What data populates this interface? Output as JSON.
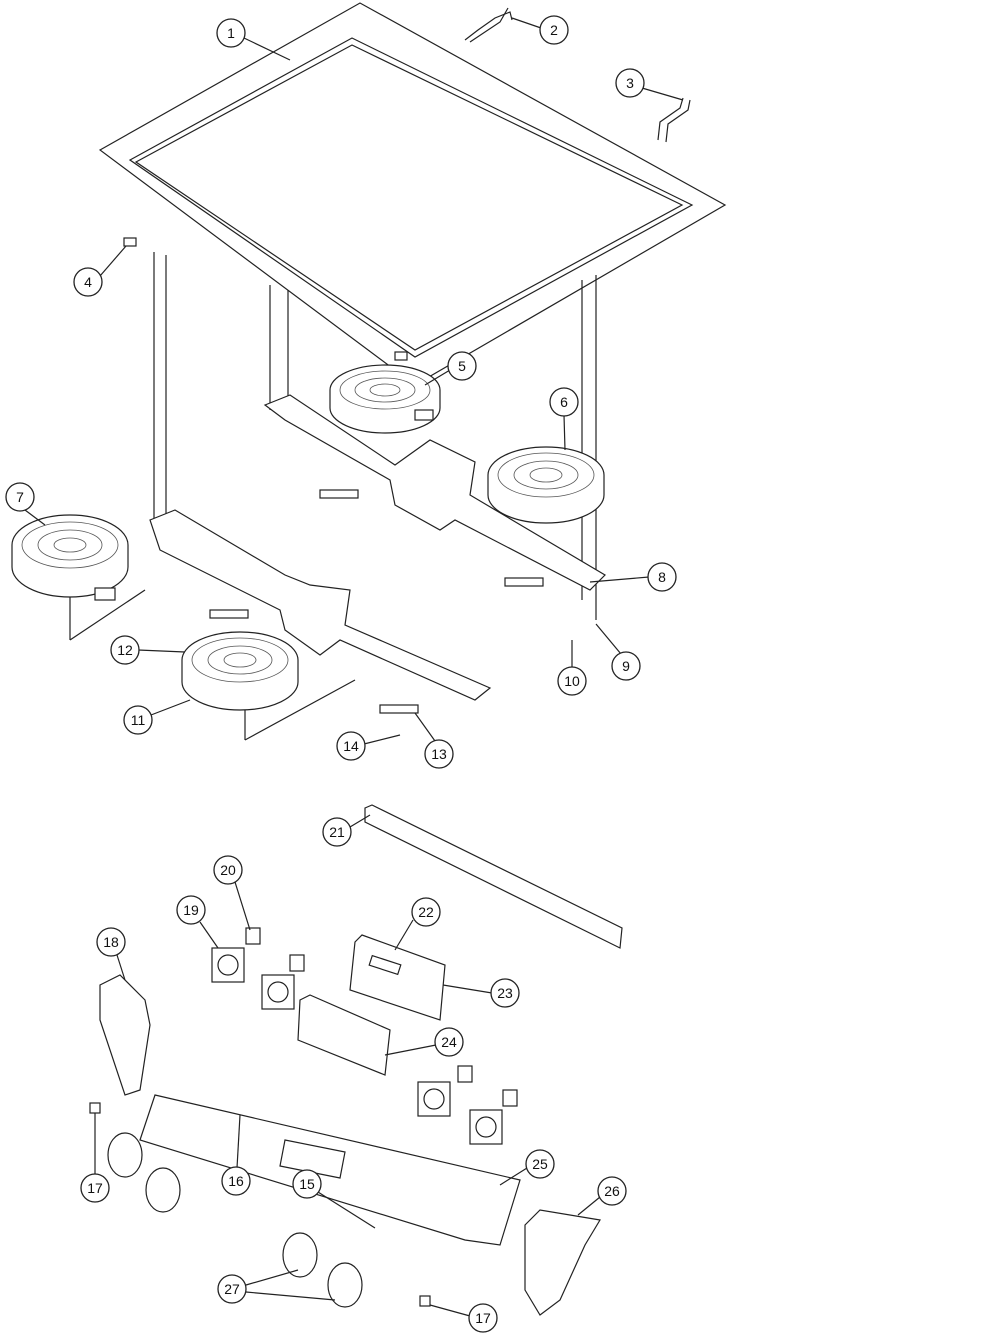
{
  "diagram": {
    "type": "exploded-parts-diagram",
    "callouts": [
      {
        "label": "1"
      },
      {
        "label": "2"
      },
      {
        "label": "3"
      },
      {
        "label": "4"
      },
      {
        "label": "5"
      },
      {
        "label": "6"
      },
      {
        "label": "7"
      },
      {
        "label": "8"
      },
      {
        "label": "9"
      },
      {
        "label": "10"
      },
      {
        "label": "11"
      },
      {
        "label": "12"
      },
      {
        "label": "13"
      },
      {
        "label": "14"
      },
      {
        "label": "21"
      },
      {
        "label": "20"
      },
      {
        "label": "22"
      },
      {
        "label": "19"
      },
      {
        "label": "18"
      },
      {
        "label": "23"
      },
      {
        "label": "24"
      },
      {
        "label": "25"
      },
      {
        "label": "26"
      },
      {
        "label": "17"
      },
      {
        "label": "16"
      },
      {
        "label": "15"
      },
      {
        "label": "27"
      },
      {
        "label": "17"
      }
    ]
  }
}
